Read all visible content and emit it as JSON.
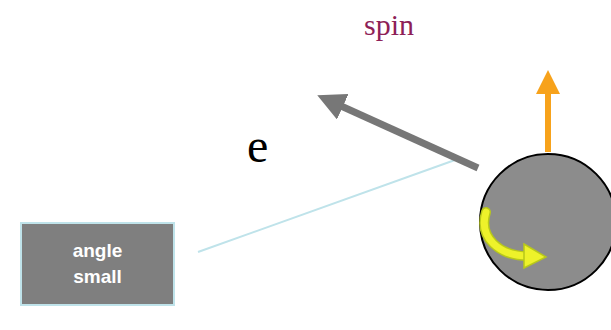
{
  "diagram": {
    "nodes": [
      {
        "text": [
          "angle small"
        ]
      }
    ],
    "labels": [
      "spin",
      "e"
    ]
  }
}
